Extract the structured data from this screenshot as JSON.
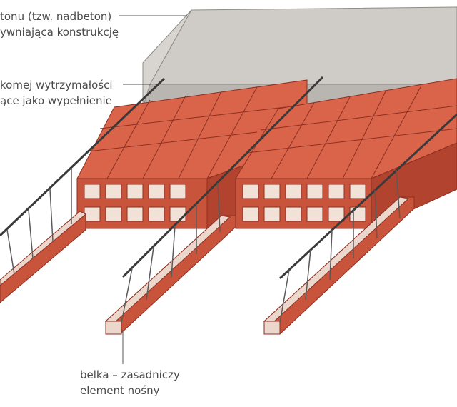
{
  "labels": {
    "topping": {
      "line1": "tonu (tzw. nadbeton)",
      "line2": "ywniająca konstrukcję"
    },
    "blocks": {
      "line1": "komej wytrzymałości",
      "line2": "ące jako wypełnienie"
    },
    "beam": {
      "line1": "belka – zasadniczy",
      "line2": "element nośny"
    }
  },
  "colors": {
    "concrete": "#c9c6c1",
    "brick": "#d9644a",
    "brick_dark": "#a83a2a",
    "truss": "#3a3a3a",
    "background": "#ffffff"
  }
}
